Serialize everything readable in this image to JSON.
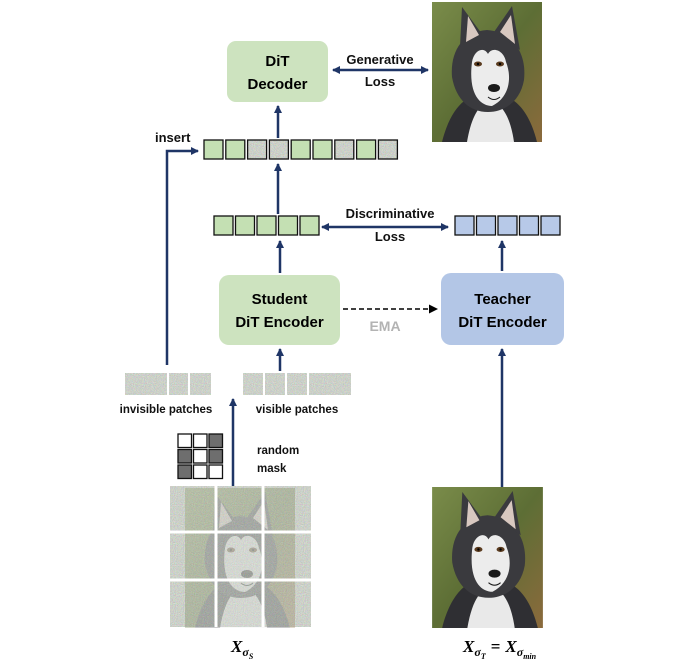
{
  "colors": {
    "arrow": "#1f3566",
    "green_box": "#cde3bf",
    "blue_box": "#b3c6e6",
    "green_token": "#c4e0b3",
    "blue_token": "#b7c9e8",
    "ema_text": "#b3b3b3"
  },
  "decoder": {
    "line1": "DiT",
    "line2": "Decoder"
  },
  "generative_loss": {
    "line1": "Generative",
    "line2": "Loss"
  },
  "discriminative_loss": {
    "line1": "Discriminative",
    "line2": "Loss"
  },
  "student": {
    "line1": "Student",
    "line2": "DiT Encoder"
  },
  "teacher": {
    "line1": "Teacher",
    "line2": "DiT Encoder"
  },
  "ema": "EMA",
  "insert": "insert",
  "invisible_patches": "invisible patches",
  "visible_patches": "visible patches",
  "random_mask": {
    "line1": "random",
    "line2": "mask"
  },
  "mask_grid": [
    0,
    0,
    1,
    1,
    0,
    1,
    1,
    0,
    0
  ],
  "decoder_tokens": [
    "v",
    "v",
    "n",
    "n",
    "v",
    "v",
    "n",
    "v",
    "n"
  ],
  "math_left": {
    "base": "X",
    "sub": "σ",
    "subsub": "S"
  },
  "math_right": {
    "base": "X",
    "sub": "σ",
    "subsub": "T",
    "eq": "=",
    "base2": "X",
    "sub2": "σ",
    "subsub2": "min"
  }
}
